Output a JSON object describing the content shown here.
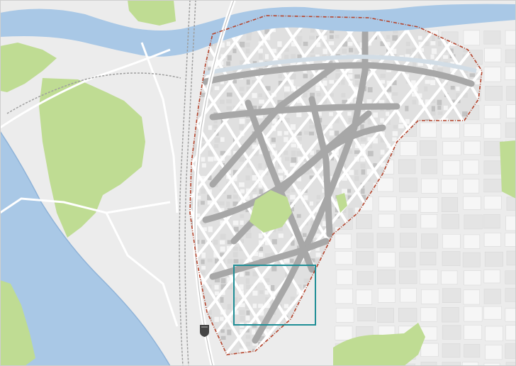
{
  "map": {
    "kind": "street-map",
    "labels": [],
    "colors": {
      "background": "#ececec",
      "water": "#a9c8e6",
      "water_edge": "#8fb3d8",
      "park": "#bfdc93",
      "block": "#e4e4e4",
      "block_alt": "#f6f6f6",
      "street": "#ffffff",
      "main_road": "#a7a7a7",
      "district_boundary": "#b5442c",
      "focus_box": "#1f8e96",
      "railway": "#9e9e9e"
    },
    "icons": [
      "highway-shield-icon"
    ],
    "elements": {
      "district_boundary": "dashed",
      "focus_box": "outlined"
    }
  }
}
